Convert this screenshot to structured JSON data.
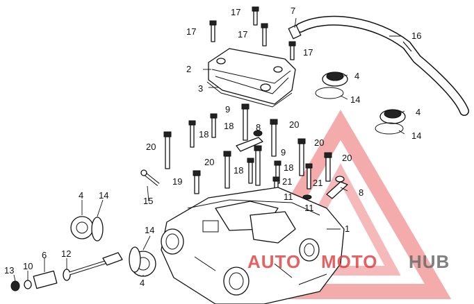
{
  "callouts": {
    "c1": "1",
    "c2": "2",
    "c3": "3",
    "c4a": "4",
    "c4b": "4",
    "c4c": "4",
    "c4d": "4",
    "c6": "6",
    "c7": "7",
    "c8a": "8",
    "c8b": "8",
    "c9a": "9",
    "c9b": "9",
    "c10": "10",
    "c11a": "11",
    "c11b": "11",
    "c12": "12",
    "c13": "13",
    "c14a": "14",
    "c14b": "14",
    "c14c": "14",
    "c14d": "14",
    "c15": "15",
    "c16": "16",
    "c17a": "17",
    "c17b": "17",
    "c17c": "17",
    "c17d": "17",
    "c18a": "18",
    "c18b": "18",
    "c18c": "18",
    "c18d": "18",
    "c19": "19",
    "c20a": "20",
    "c20b": "20",
    "c20c": "20",
    "c20d": "20",
    "c20e": "20",
    "c21a": "21",
    "c21b": "21"
  },
  "watermark": {
    "part1": "AUTO",
    "part2": "MOTO",
    "part3": "HUB",
    "color_red": "#e03a3a",
    "color_gray": "#6b6b6b"
  }
}
